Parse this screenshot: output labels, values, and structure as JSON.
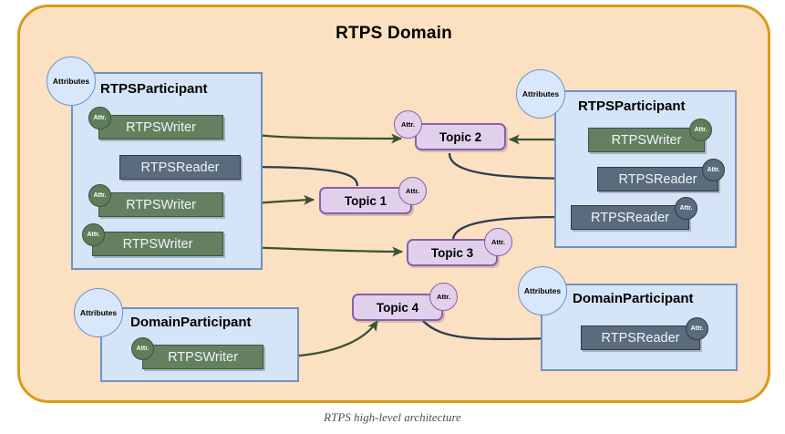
{
  "diagram": {
    "title": "RTPS Domain",
    "caption": "RTPS high-level architecture",
    "colors": {
      "domain_fill": "#fce0c2",
      "domain_border": "#d89c15",
      "participant_fill": "#d6e4f7",
      "participant_border": "#6f93c4",
      "writer_fill": "#658060",
      "reader_fill": "#5a6b7d",
      "topic_fill": "#e0d0ec",
      "topic_border": "#8a5fa8",
      "writer_arrow": "#3c5232",
      "reader_arrow": "#2e3b4a"
    }
  },
  "participants": [
    {
      "id": "participant-left",
      "title": "RTPSParticipant",
      "attributes_label": "Attributes",
      "endpoints": [
        {
          "kind": "writer",
          "label": "RTPSWriter",
          "attr": "Attr.",
          "attr_side": "left"
        },
        {
          "kind": "reader",
          "label": "RTPSReader",
          "attr": null,
          "attr_side": null
        },
        {
          "kind": "writer",
          "label": "RTPSWriter",
          "attr": "Attr.",
          "attr_side": "left"
        },
        {
          "kind": "writer",
          "label": "RTPSWriter",
          "attr": "Attr.",
          "attr_side": "left"
        }
      ]
    },
    {
      "id": "participant-right",
      "title": "RTPSParticipant",
      "attributes_label": "Attributes",
      "endpoints": [
        {
          "kind": "writer",
          "label": "RTPSWriter",
          "attr": "Attr.",
          "attr_side": "right"
        },
        {
          "kind": "reader",
          "label": "RTPSReader",
          "attr": "Attr.",
          "attr_side": "right"
        },
        {
          "kind": "reader",
          "label": "RTPSReader",
          "attr": "Attr.",
          "attr_side": "right"
        }
      ]
    },
    {
      "id": "participant-bottom-left",
      "title": "DomainParticipant",
      "attributes_label": "Attributes",
      "endpoints": [
        {
          "kind": "writer",
          "label": "RTPSWriter",
          "attr": "Attr.",
          "attr_side": "left"
        }
      ]
    },
    {
      "id": "participant-bottom-right",
      "title": "DomainParticipant",
      "attributes_label": "Attributes",
      "endpoints": [
        {
          "kind": "reader",
          "label": "RTPSReader",
          "attr": "Attr.",
          "attr_side": "right"
        }
      ]
    }
  ],
  "topics": [
    {
      "id": "topic-1",
      "label": "Topic 1",
      "attr": "Attr.",
      "attr_side": "right"
    },
    {
      "id": "topic-2",
      "label": "Topic 2",
      "attr": "Attr.",
      "attr_side": "left"
    },
    {
      "id": "topic-3",
      "label": "Topic 3",
      "attr": "Attr.",
      "attr_side": "right"
    },
    {
      "id": "topic-4",
      "label": "Topic 4",
      "attr": "Attr.",
      "attr_side": "right"
    }
  ]
}
